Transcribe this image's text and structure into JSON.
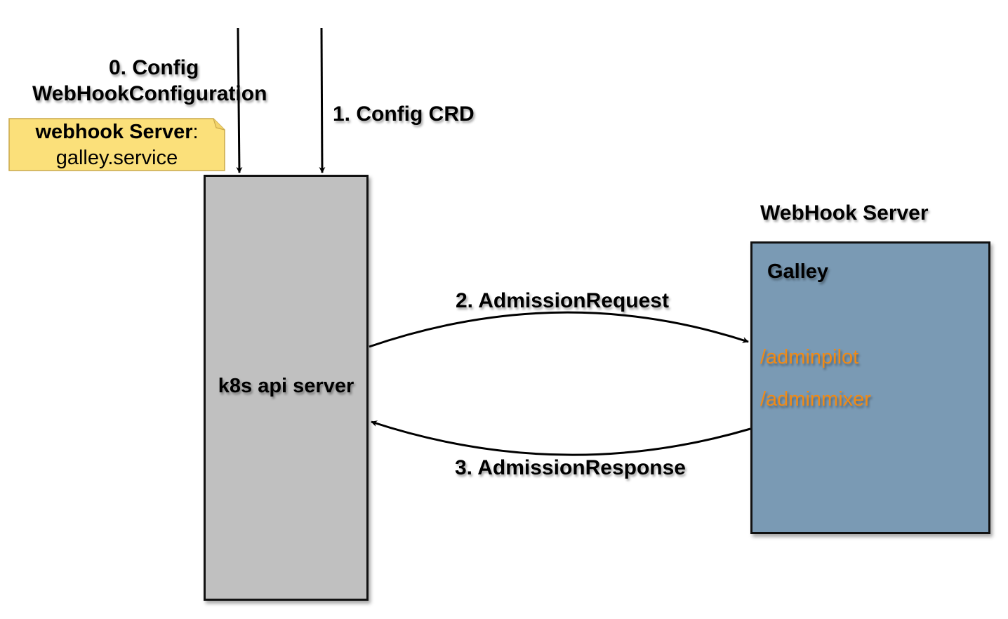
{
  "labels": {
    "step0_line1": "0. Config",
    "step0_line2": "WebHookConfiguration",
    "step1": "1. Config CRD",
    "step2": "2. AdmissionRequest",
    "step3": "3. AdmissionResponse",
    "webhook_server_title": "WebHook Server"
  },
  "note": {
    "key": "webhook Server",
    "separator": ":",
    "value": "galley.service"
  },
  "k8s_box": {
    "label": "k8s api server"
  },
  "galley_box": {
    "title": "Galley",
    "routes": [
      "/adminpilot",
      "/adminmixer"
    ]
  },
  "colors": {
    "k8s_fill": "#c0c0c0",
    "galley_fill": "#7a9ab4",
    "route_text": "#f08a16",
    "note_fill": "#fbe07a"
  }
}
